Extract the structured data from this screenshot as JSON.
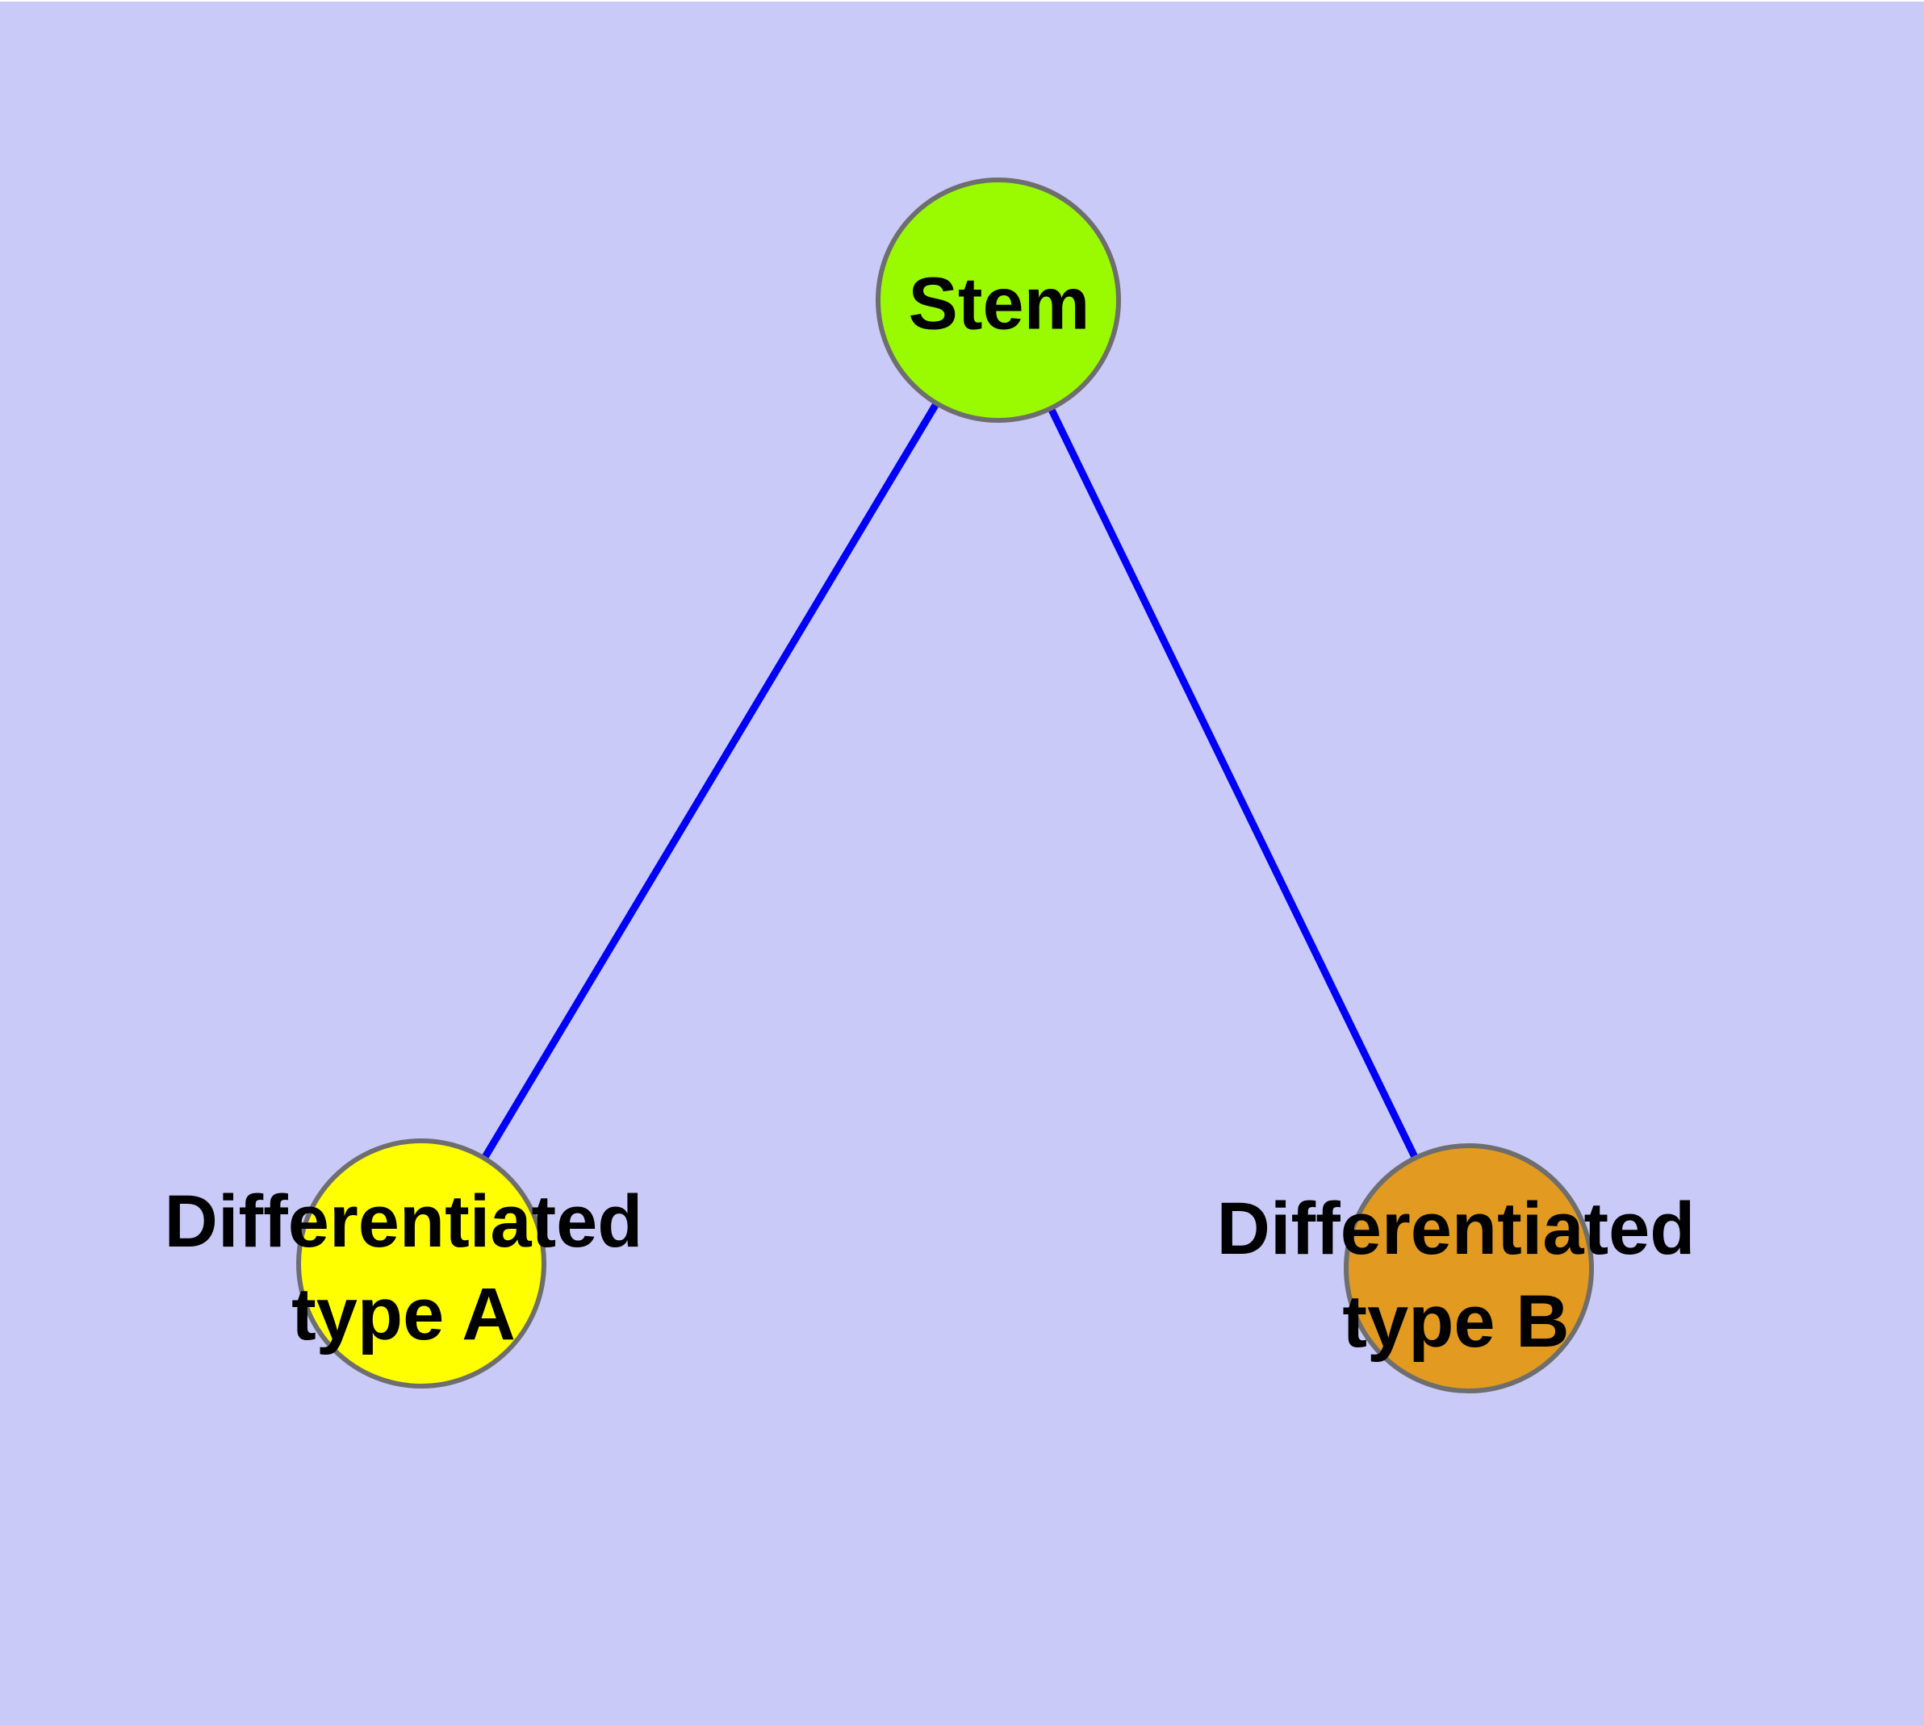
{
  "diagram": {
    "type": "node-link-graph",
    "colors": {
      "background": "#CACAF9",
      "edge": "#0000FA",
      "node_border": "#6E6E6E",
      "label_text": "#000000",
      "stem_fill": "#9AFA00",
      "type_a_fill": "#FFFF00",
      "type_b_fill": "#E29A20"
    },
    "nodes": {
      "stem": {
        "label": "Stem",
        "fill": "#9AFA00"
      },
      "type_a": {
        "label": "Differentiated type A",
        "label_line1": "Differentiated",
        "label_line2": "type A",
        "fill": "#FFFF00"
      },
      "type_b": {
        "label": "Differentiated type B",
        "label_line1": "Differentiated",
        "label_line2": "type B",
        "fill": "#E29A20"
      }
    },
    "edges": [
      {
        "from": "Stem",
        "to": "Differentiated type A"
      },
      {
        "from": "Stem",
        "to": "Differentiated type B"
      }
    ]
  }
}
